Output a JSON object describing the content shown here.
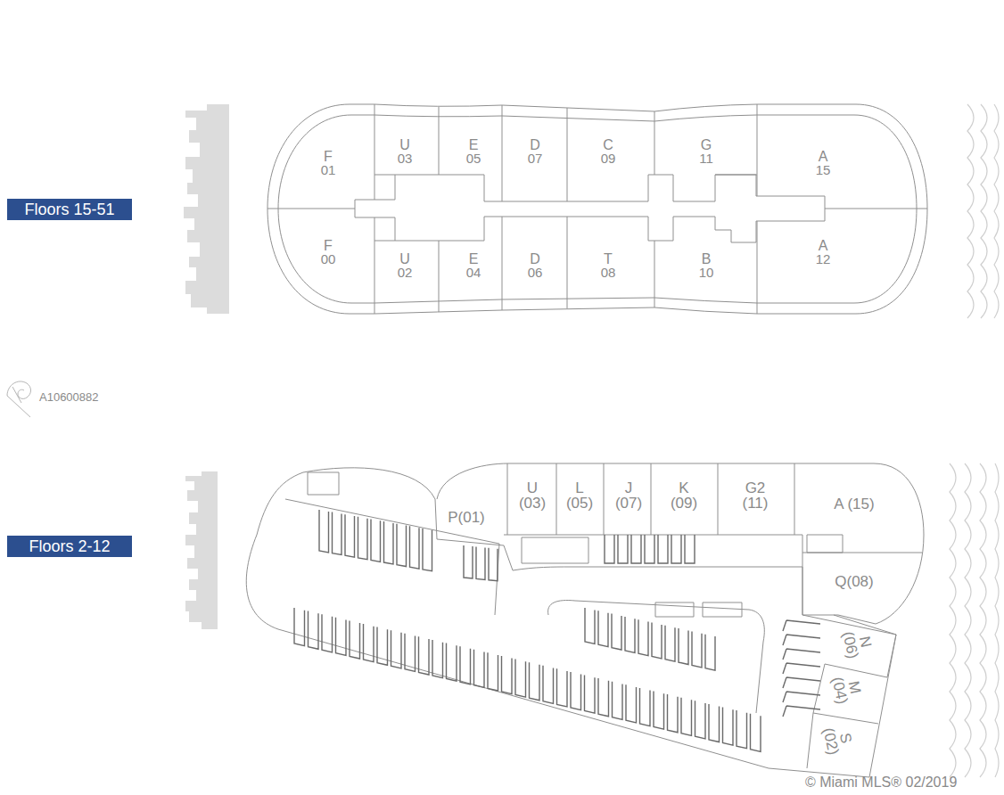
{
  "diagram": {
    "nodes": [
      {
        "text": [
          "Floors 15-51"
        ]
      },
      {
        "text": [
          "F",
          "01"
        ]
      },
      {
        "text": [
          "U",
          "03"
        ]
      },
      {
        "text": [
          "E",
          "05"
        ]
      },
      {
        "text": [
          "D",
          "07"
        ]
      },
      {
        "text": [
          "C",
          "09"
        ]
      },
      {
        "text": [
          "G",
          "11"
        ]
      },
      {
        "text": [
          "A",
          "15"
        ]
      },
      {
        "text": [
          "F",
          "00"
        ]
      },
      {
        "text": [
          "U",
          "02"
        ]
      },
      {
        "text": [
          "E",
          "04"
        ]
      },
      {
        "text": [
          "D",
          "06"
        ]
      },
      {
        "text": [
          "T",
          "08"
        ]
      },
      {
        "text": [
          "B",
          "10"
        ]
      },
      {
        "text": [
          "A",
          "12"
        ]
      },
      {
        "text": [
          "Floors 2-12"
        ]
      },
      {
        "text": [
          "P(01)"
        ]
      },
      {
        "text": [
          "U",
          "(03)"
        ]
      },
      {
        "text": [
          "L",
          "(05)"
        ]
      },
      {
        "text": [
          "J",
          "(07)"
        ]
      },
      {
        "text": [
          "K",
          "(09)"
        ]
      },
      {
        "text": [
          "G2",
          "(11)"
        ]
      },
      {
        "text": [
          "A (15)"
        ]
      },
      {
        "text": [
          "Q(08)"
        ]
      },
      {
        "text": [
          "N",
          "(06)"
        ]
      },
      {
        "text": [
          "M",
          "(04)"
        ]
      },
      {
        "text": [
          "S",
          "(02)"
        ]
      }
    ],
    "labels": [
      "A10600882",
      "© Miami MLS® 02/2019"
    ]
  }
}
